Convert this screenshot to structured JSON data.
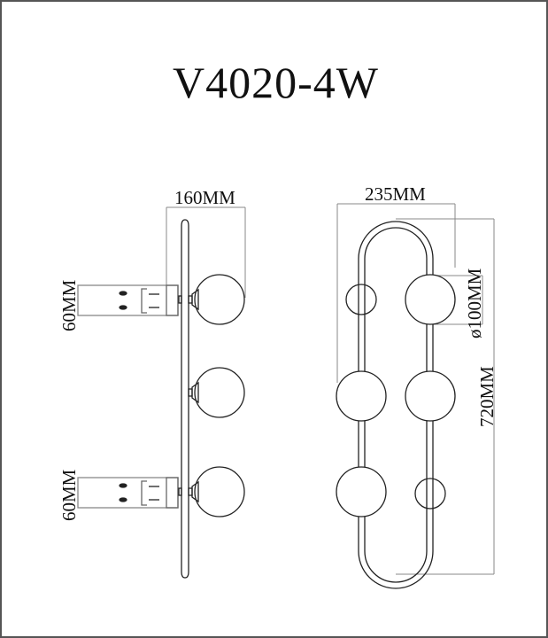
{
  "title": "V4020-4W",
  "side_view": {
    "depth_label": "160MM",
    "backplate_upper_label": "60MM",
    "backplate_lower_label": "60MM"
  },
  "front_view": {
    "width_label": "235MM",
    "globe_diameter_label": "ø100MM",
    "height_label": "720MM"
  },
  "colors": {
    "line": "#222222",
    "dim_line": "#888888",
    "background": "#ffffff"
  }
}
